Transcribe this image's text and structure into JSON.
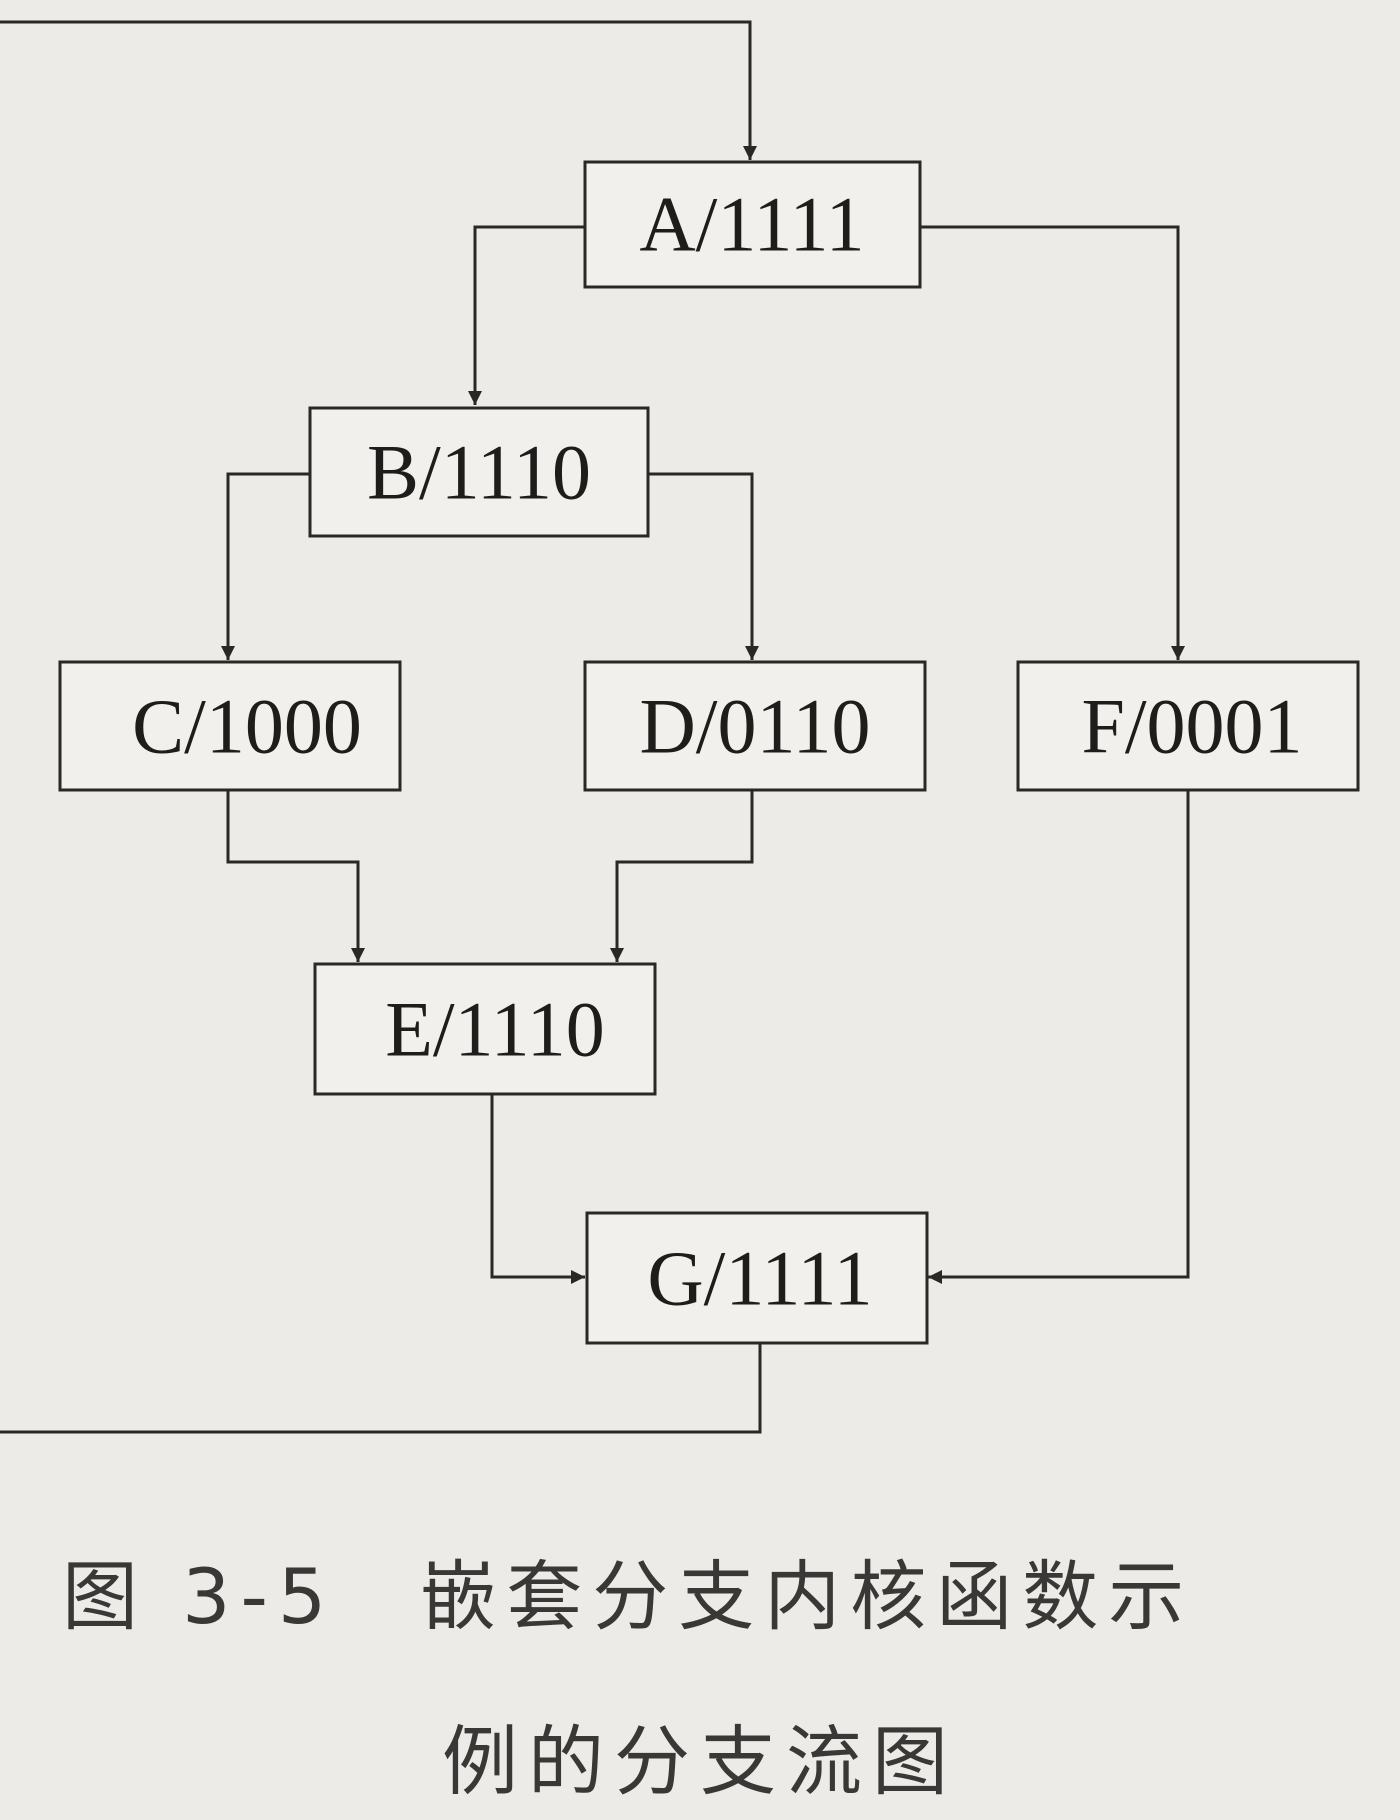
{
  "figure": {
    "number": "图 3-5",
    "title_line1": "嵌套分支内核函数示",
    "title_line2": "例的分支流图"
  },
  "nodes": [
    {
      "id": "A",
      "label": "A/1111"
    },
    {
      "id": "B",
      "label": "B/1110"
    },
    {
      "id": "C",
      "label": "C/1000"
    },
    {
      "id": "D",
      "label": "D/0110"
    },
    {
      "id": "E",
      "label": "E/1110"
    },
    {
      "id": "F",
      "label": "F/0001"
    },
    {
      "id": "G",
      "label": "G/1111"
    }
  ],
  "edges": [
    {
      "from": "A",
      "to": "B"
    },
    {
      "from": "A",
      "to": "F"
    },
    {
      "from": "B",
      "to": "C"
    },
    {
      "from": "B",
      "to": "D"
    },
    {
      "from": "C",
      "to": "E"
    },
    {
      "from": "D",
      "to": "E"
    },
    {
      "from": "E",
      "to": "G"
    },
    {
      "from": "F",
      "to": "G"
    },
    {
      "from": "G",
      "to": "A"
    }
  ],
  "colors": {
    "line": "#2a2826",
    "box_fill": "#f1f0ed",
    "background": "#ecebe8"
  }
}
